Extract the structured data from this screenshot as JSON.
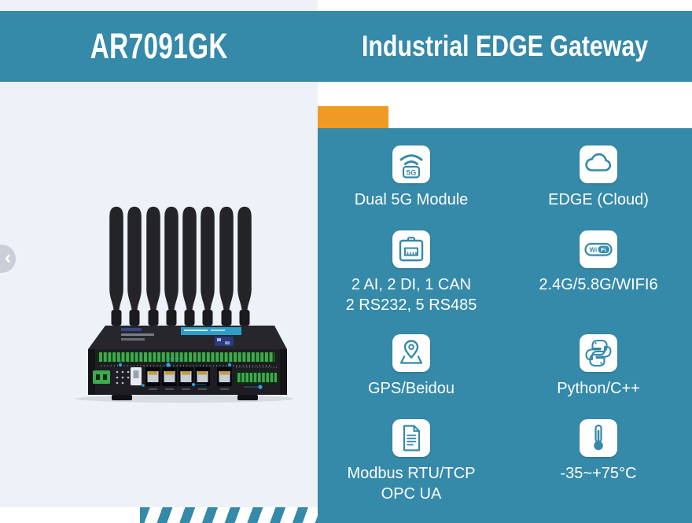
{
  "header": {
    "model": "AR7091GK",
    "product_name": "Industrial EDGE Gateway"
  },
  "carousel": {
    "prev_label": "‹"
  },
  "icon_texts": {
    "five_g": "5G",
    "wifi_left": "Wi",
    "wifi_right": "Fi"
  },
  "features": [
    {
      "name": "dual-5g-module",
      "icon": "5g-signal-icon",
      "lines": [
        "Dual 5G Module"
      ]
    },
    {
      "name": "edge-cloud",
      "icon": "cloud-icon",
      "lines": [
        "EDGE (Cloud)"
      ]
    },
    {
      "name": "io-interfaces",
      "icon": "ethernet-port-icon",
      "lines": [
        "2 AI, 2 DI, 1 CAN",
        "2 RS232, 5 RS485"
      ]
    },
    {
      "name": "wifi-bands",
      "icon": "wifi-badge-icon",
      "lines": [
        "2.4G/5.8G/WIFI6"
      ]
    },
    {
      "name": "gnss",
      "icon": "gps-pin-icon",
      "lines": [
        "GPS/Beidou"
      ]
    },
    {
      "name": "programming",
      "icon": "python-icon",
      "lines": [
        "Python/C++"
      ]
    },
    {
      "name": "protocols",
      "icon": "document-icon",
      "lines": [
        "Modbus RTU/TCP",
        "OPC UA"
      ]
    },
    {
      "name": "temperature-range",
      "icon": "thermometer-icon",
      "lines": [
        "-35~+75°C"
      ]
    }
  ],
  "colors": {
    "teal": "#3589A9",
    "orange": "#EF9A23",
    "page_left_bg": "#EDF1F8",
    "page_right_bg": "#FFFFFF",
    "label_text": "#FFFFFF",
    "stripe": "#3589A9",
    "prev_button_bg": "#C9CED8"
  }
}
